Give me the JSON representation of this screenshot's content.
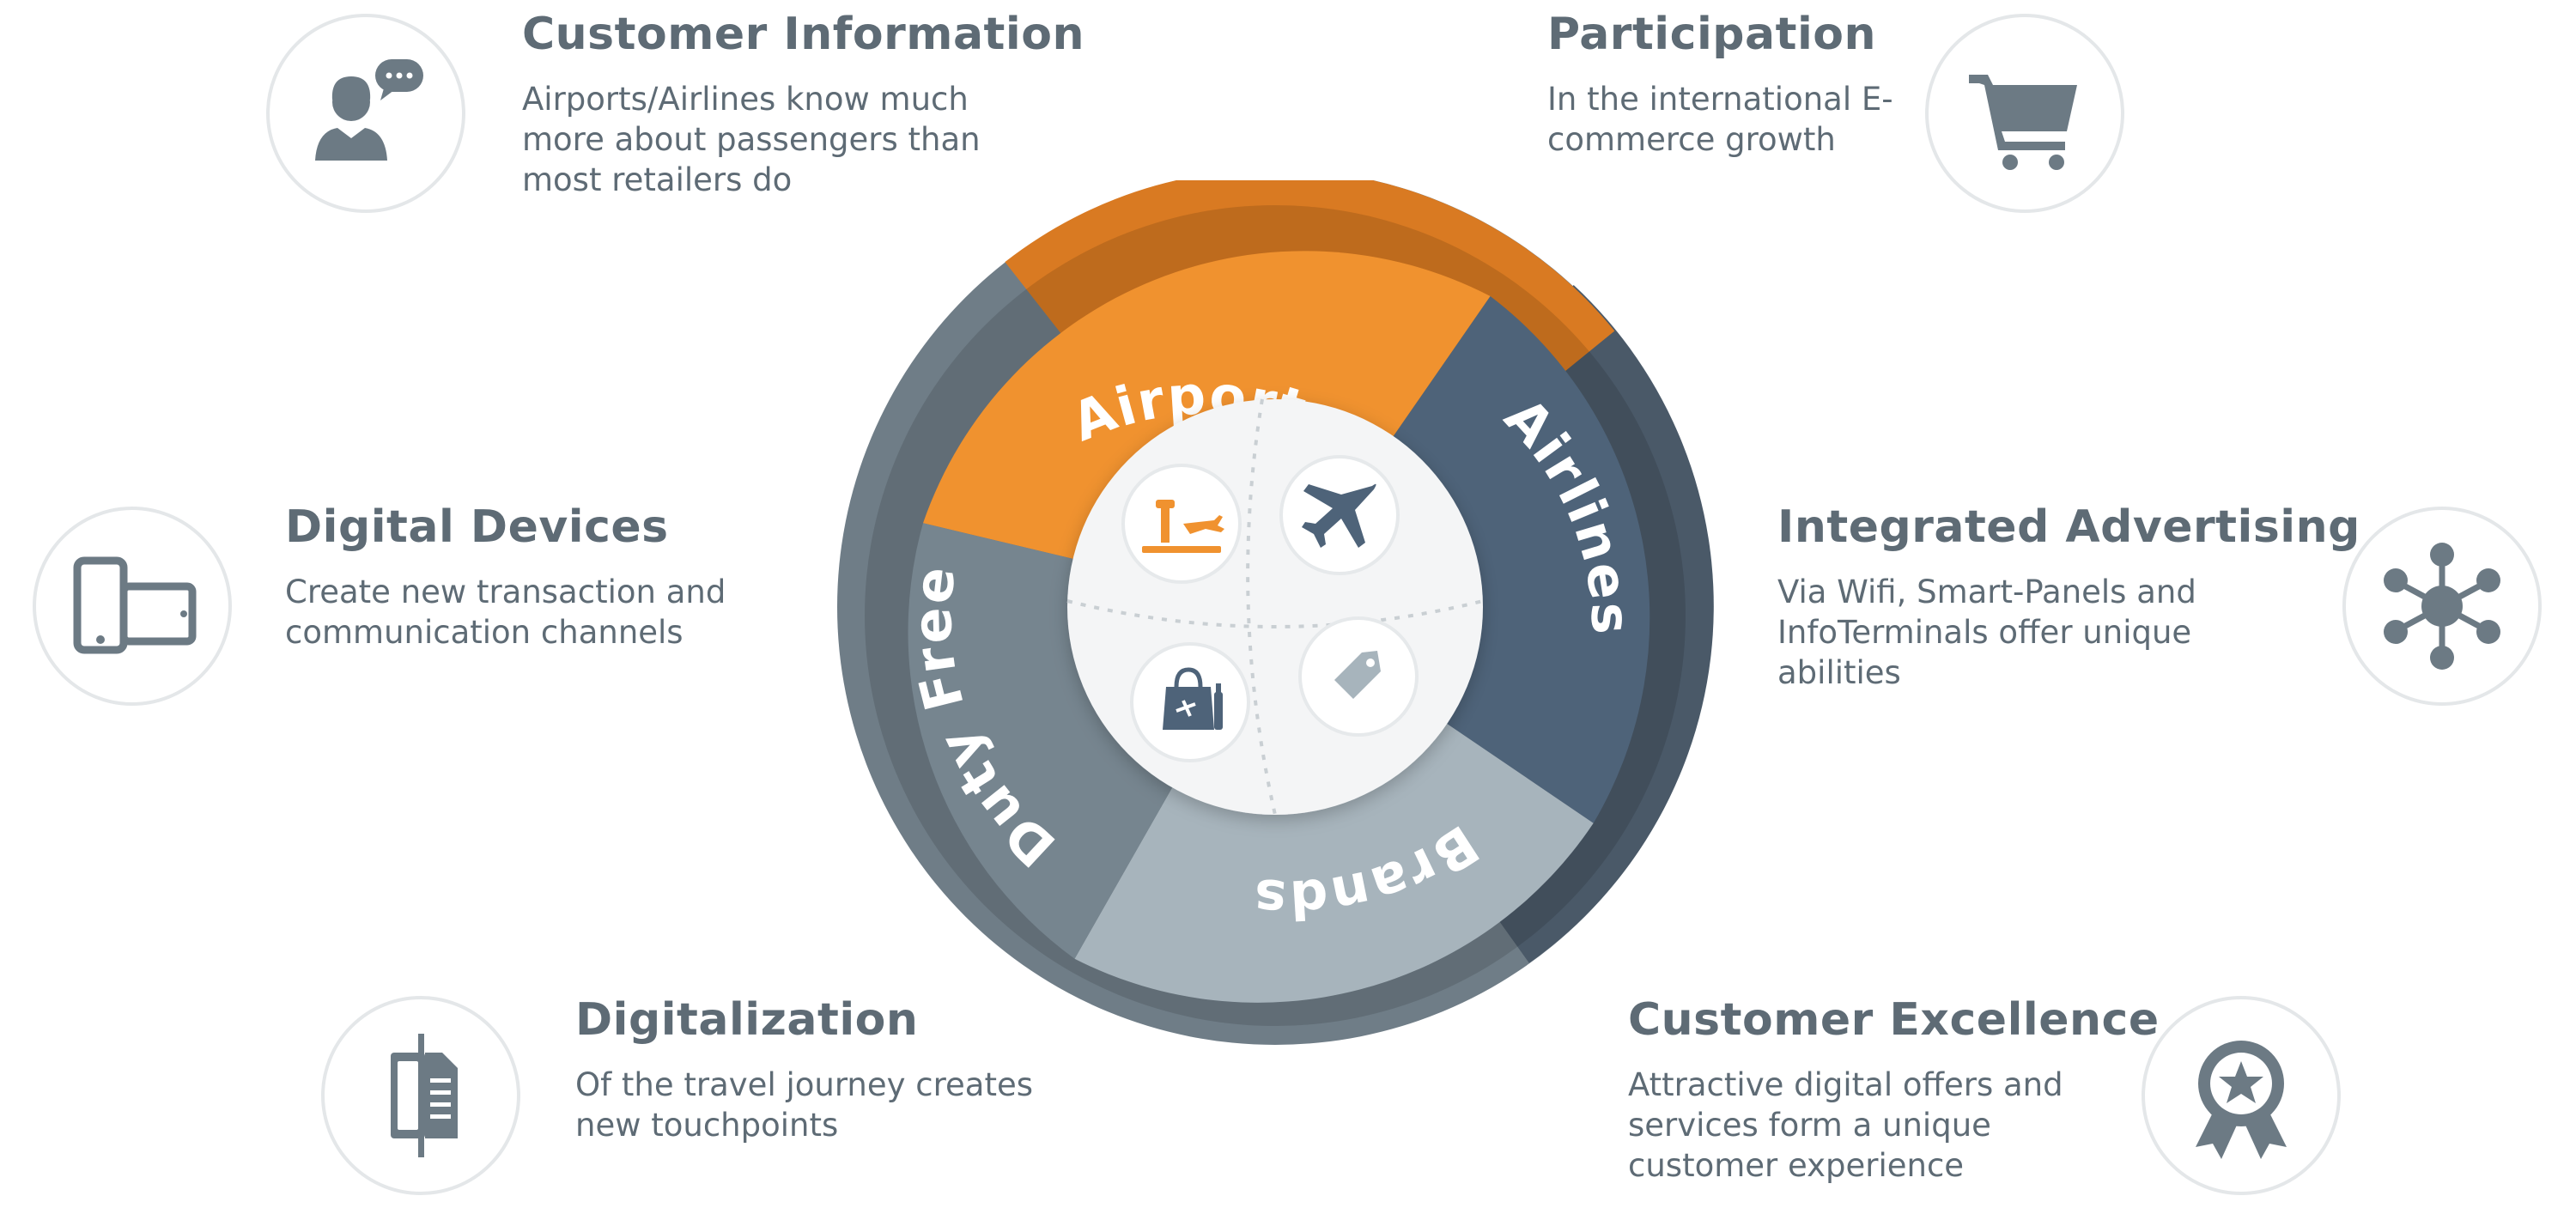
{
  "colors": {
    "text": "#5e6b75",
    "icon": "#6c7a84",
    "circle_border": "#e4e7e9",
    "airports": "#f0922f",
    "airlines": "#4e6379",
    "brands": "#a7b4bc",
    "duty_free": "#76858f",
    "outer_ring_dark": "#4a5968"
  },
  "features": {
    "customer_information": {
      "title": "Customer Information",
      "desc": "Airports/Airlines know much more about passengers than most retailers do",
      "icon": "person-speech-icon"
    },
    "participation": {
      "title": "Participation",
      "desc": "In the international E-commerce growth",
      "icon": "shopping-cart-icon"
    },
    "digital_devices": {
      "title": "Digital Devices",
      "desc": "Create new transaction and communication channels",
      "icon": "devices-icon"
    },
    "integrated_advertising": {
      "title": "Integrated Advertising",
      "desc": "Via Wifi, Smart-Panels and InfoTerminals offer unique abilities",
      "icon": "network-hub-icon"
    },
    "digitalization": {
      "title": "Digitalization",
      "desc": "Of the travel journey creates new touchpoints",
      "icon": "document-icon"
    },
    "customer_excellence": {
      "title": "Customer Excellence",
      "desc": "Attractive digital offers and services form a unique customer experience",
      "icon": "award-ribbon-icon"
    }
  },
  "wheel": {
    "segments": {
      "airports": "Airports",
      "airlines": "Airlines",
      "brands": "Brands",
      "duty_free": "Duty Free"
    },
    "center_icons": [
      "airport-tower-icon",
      "airplane-icon",
      "shopping-bag-icon",
      "tag-icon"
    ]
  }
}
